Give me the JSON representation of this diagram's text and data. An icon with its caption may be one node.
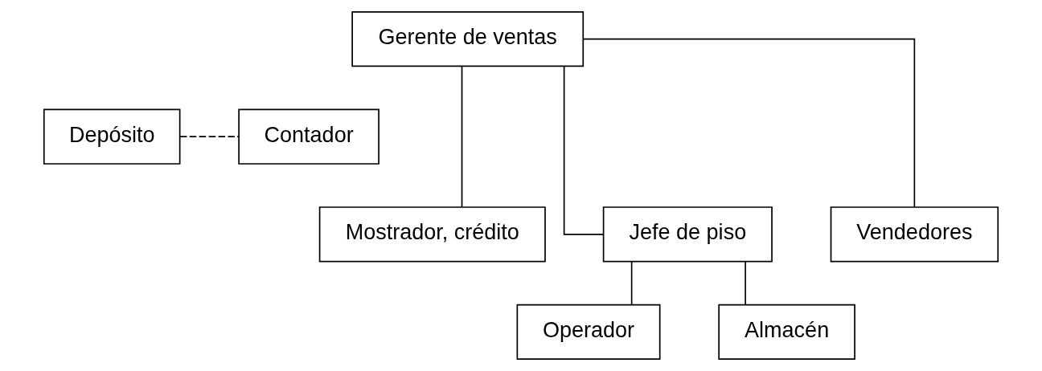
{
  "diagram": {
    "nodes": [
      {
        "text": [
          "Gerente de ventas"
        ]
      },
      {
        "text": [
          "Depósito"
        ]
      },
      {
        "text": [
          "Contador"
        ]
      },
      {
        "text": [
          "Mostrador, crédito"
        ]
      },
      {
        "text": [
          "Jefe de piso"
        ]
      },
      {
        "text": [
          "Vendedores"
        ]
      },
      {
        "text": [
          "Operador"
        ]
      },
      {
        "text": [
          "Almacén"
        ]
      }
    ],
    "edges": [
      {
        "from": 1,
        "to": 2,
        "arrow": "none",
        "style": "dashed"
      },
      {
        "from": 0,
        "to": 3,
        "arrow": "none"
      },
      {
        "from": 0,
        "to": 4,
        "arrow": "none"
      },
      {
        "from": 0,
        "to": 5,
        "arrow": "none"
      },
      {
        "from": 4,
        "to": 6,
        "arrow": "none"
      },
      {
        "from": 4,
        "to": 7,
        "arrow": "none"
      }
    ]
  }
}
